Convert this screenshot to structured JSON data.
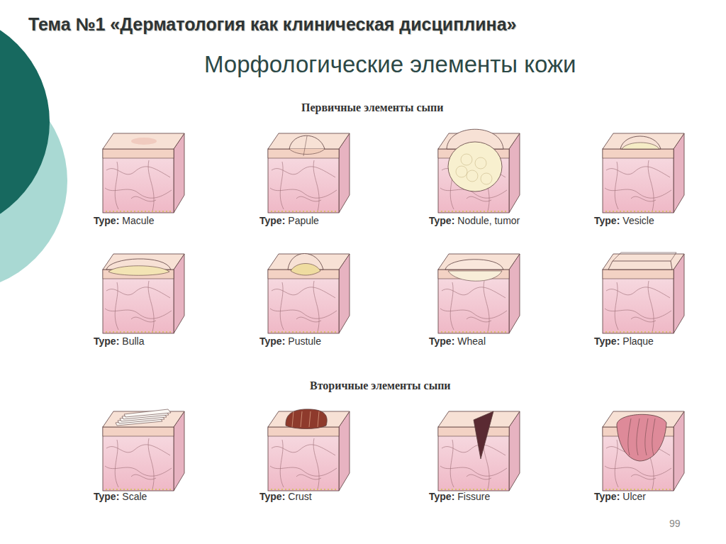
{
  "diagram": {
    "title": "Тема №1 «Дерматология как клиническая дисциплина»",
    "labels": [
      "Морфологические элементы кожи",
      "Первичные элементы сыпи",
      "Type:",
      "Macule",
      "Type:",
      "Papule",
      "Type:",
      "Nodule, tumor",
      "Type:",
      "Vesicle",
      "Type:",
      "Bulla",
      "Type:",
      "Pustule",
      "Type:",
      "Wheal",
      "Type:",
      "Plaque",
      "Вторичные элементы сыпи",
      "Type:",
      "Scale",
      "Type:",
      "Crust",
      "Type:",
      "Fissure",
      "Type:",
      "Ulcer",
      "99"
    ]
  }
}
